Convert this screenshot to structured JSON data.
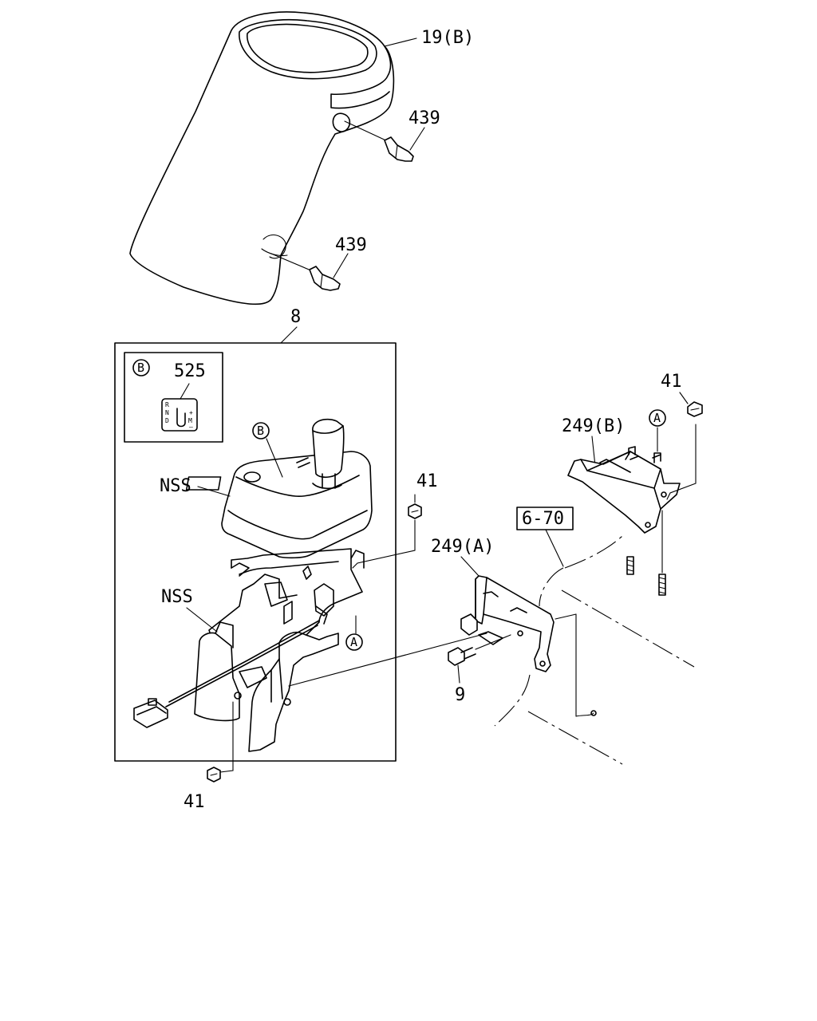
{
  "diagram": {
    "labels": {
      "shift_cover": "19(B)",
      "clip_upper": "439",
      "clip_lower": "439",
      "assembly": "8",
      "detail_ref": "B",
      "emblem": "525",
      "knob_ref": "B",
      "nss_cover": "NSS",
      "nss_bracket": "NSS",
      "nut_right": "41",
      "bracket_a": "249(A)",
      "bracket_b": "249(B)",
      "nut_far_right": "41",
      "ref_a_bracket_b": "A",
      "ref_a_assembly": "A",
      "section_ref": "6-70",
      "bolt": "9",
      "nut_bottom": "41"
    },
    "emblem_glyph": {
      "left_letters": [
        "R",
        "N",
        "D"
      ],
      "right_letters": [
        "+",
        "M",
        "–"
      ]
    }
  }
}
